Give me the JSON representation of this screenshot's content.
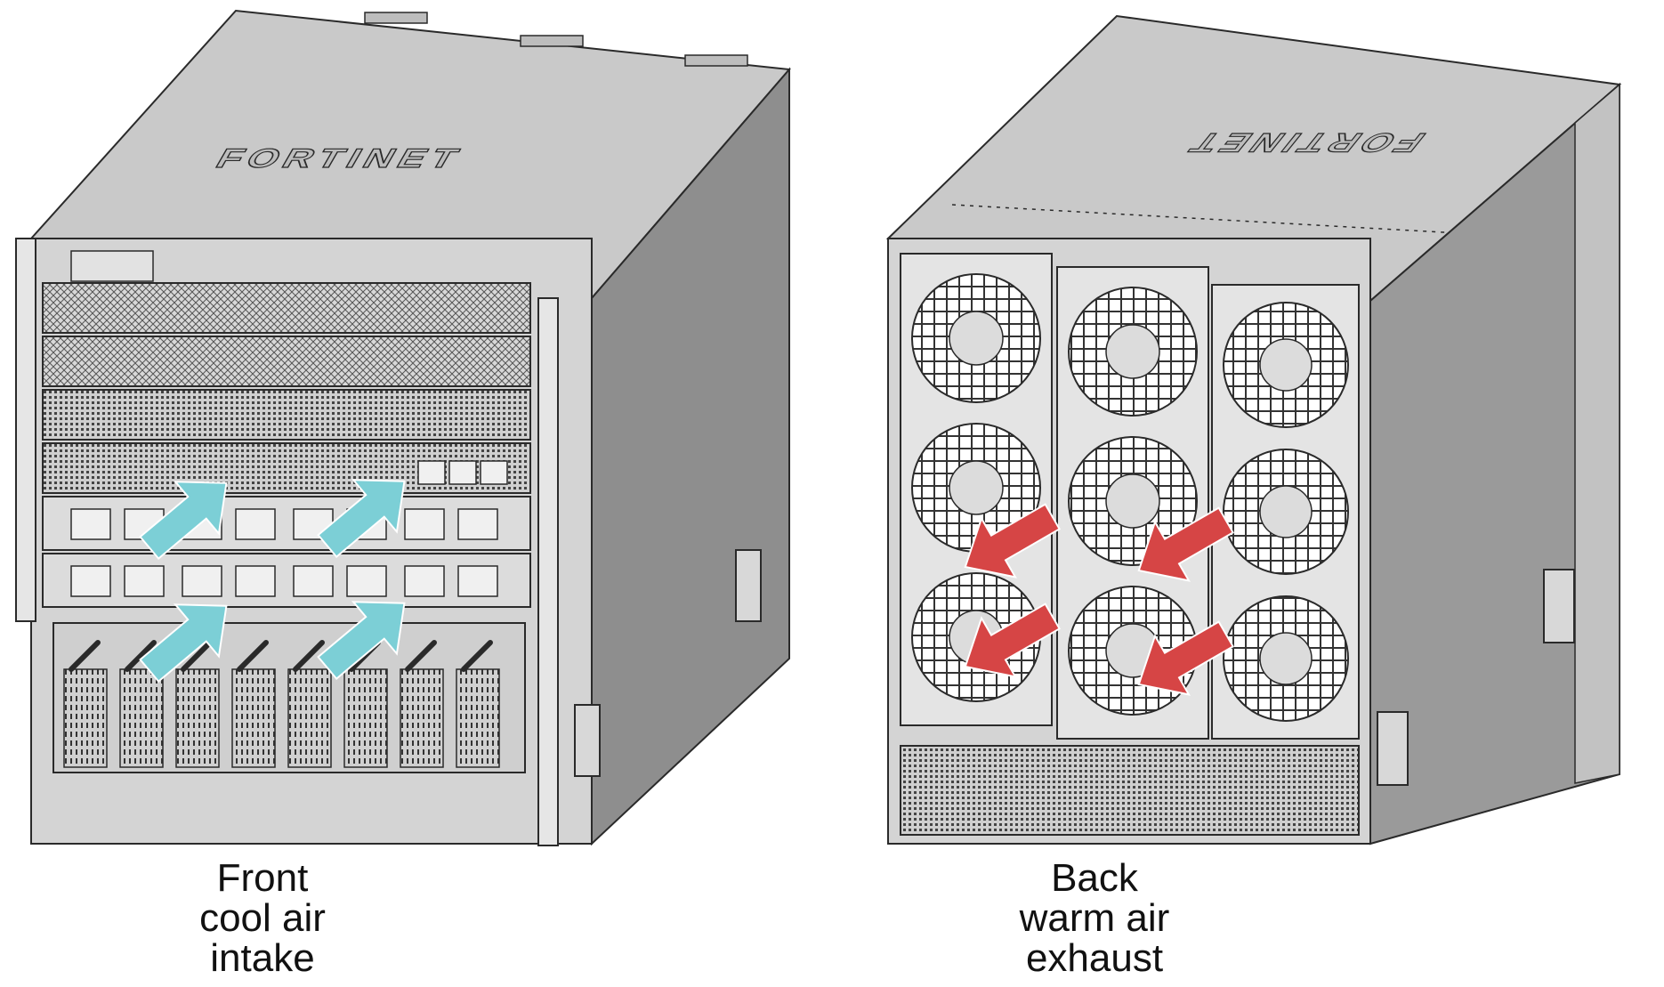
{
  "chassis": {
    "brand_lettering": "FORTINET"
  },
  "captions": {
    "front": {
      "line1": "Front",
      "line2": "cool air",
      "line3": "intake"
    },
    "back": {
      "line1": "Back",
      "line2": "warm air",
      "line3": "exhaust"
    }
  },
  "colors": {
    "background": "#ffffff",
    "chassis_top": "#c9c9c9",
    "chassis_side": "#8e8e8e",
    "chassis_front": "#d4d4d4",
    "line": "#2a2a2a",
    "cool_air_arrow": "#7ccfd6",
    "warm_air_arrow": "#d64545"
  },
  "arrows": {
    "front_intake": {
      "count": 4,
      "icon": "airflow-intake-arrow-icon"
    },
    "back_exhaust": {
      "count": 4,
      "icon": "airflow-exhaust-arrow-icon"
    }
  }
}
